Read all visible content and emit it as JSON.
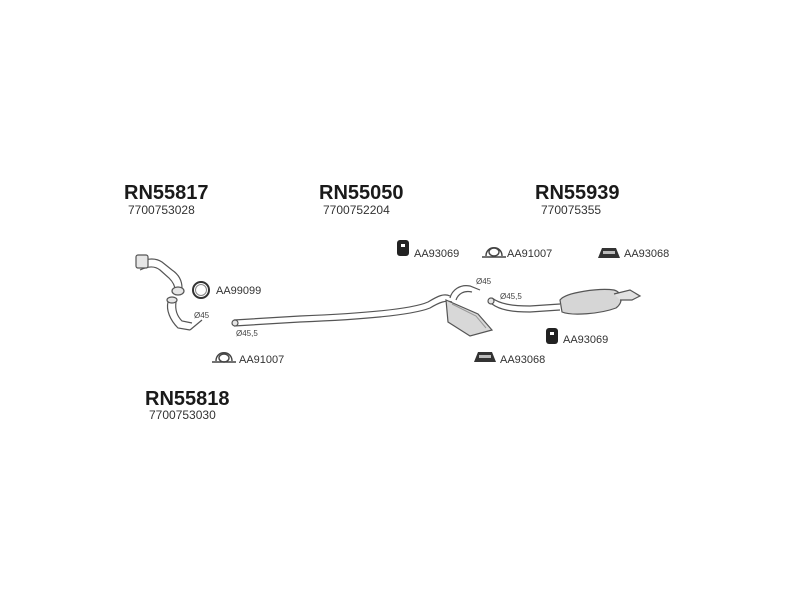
{
  "groups": {
    "g1": {
      "code": "RN55817",
      "oem": "7700753028"
    },
    "g2": {
      "code": "RN55050",
      "oem": "7700752204"
    },
    "g3": {
      "code": "RN55939",
      "oem": "770075355"
    },
    "g4": {
      "code": "RN55818",
      "oem": "7700753030"
    }
  },
  "parts": {
    "clamp_ring": "AA99099",
    "clamp_front": "AA91007",
    "hanger_top": "AA93069",
    "clamp_top": "AA91007",
    "hanger_top_right": "AA93068",
    "hanger_mid": "AA93069",
    "hanger_bottom": "AA93068"
  },
  "dimensions": {
    "front_pipe": "Ø45",
    "mid_pipe_inlet": "Ø45,5",
    "mid_outlet": "Ø45",
    "rear_inlet": "Ø45,5"
  },
  "colors": {
    "line": "#555555",
    "fill": "#dddddd",
    "dark": "#222222"
  }
}
